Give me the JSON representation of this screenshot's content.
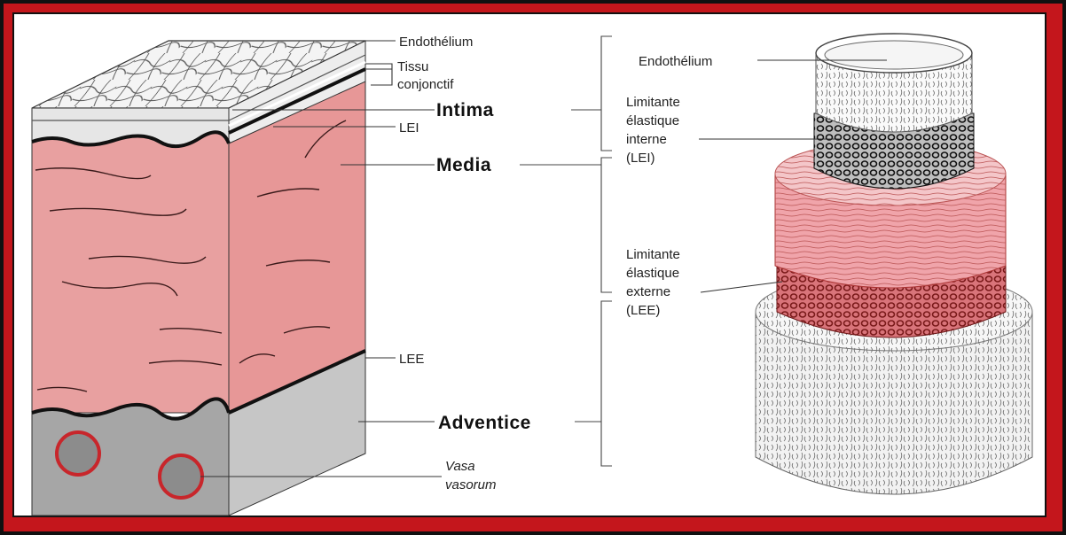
{
  "labels": {
    "endothelium_left": "Endothélium",
    "tissu_line1": "Tissu",
    "tissu_line2": "conjonctif",
    "intima": "Intima",
    "lei_left": "LEI",
    "media": "Media",
    "lee_left": "LEE",
    "adventice": "Adventice",
    "vasa_line1": "Vasa",
    "vasa_line2": "vasorum",
    "endothelium_right": "Endothélium",
    "lei_right": [
      "Limitante",
      "élastique",
      "interne",
      "(LEI)"
    ],
    "lee_right": [
      "Limitante",
      "élastique",
      "externe",
      "(LEE)"
    ]
  },
  "colors": {
    "frame": "#c4161c",
    "media": "#e8a0a0",
    "media_side": "#e79797",
    "adventice": "#a6a6a6",
    "adventice_side": "#c6c6c6",
    "vessel_ring": "#c8262b"
  }
}
